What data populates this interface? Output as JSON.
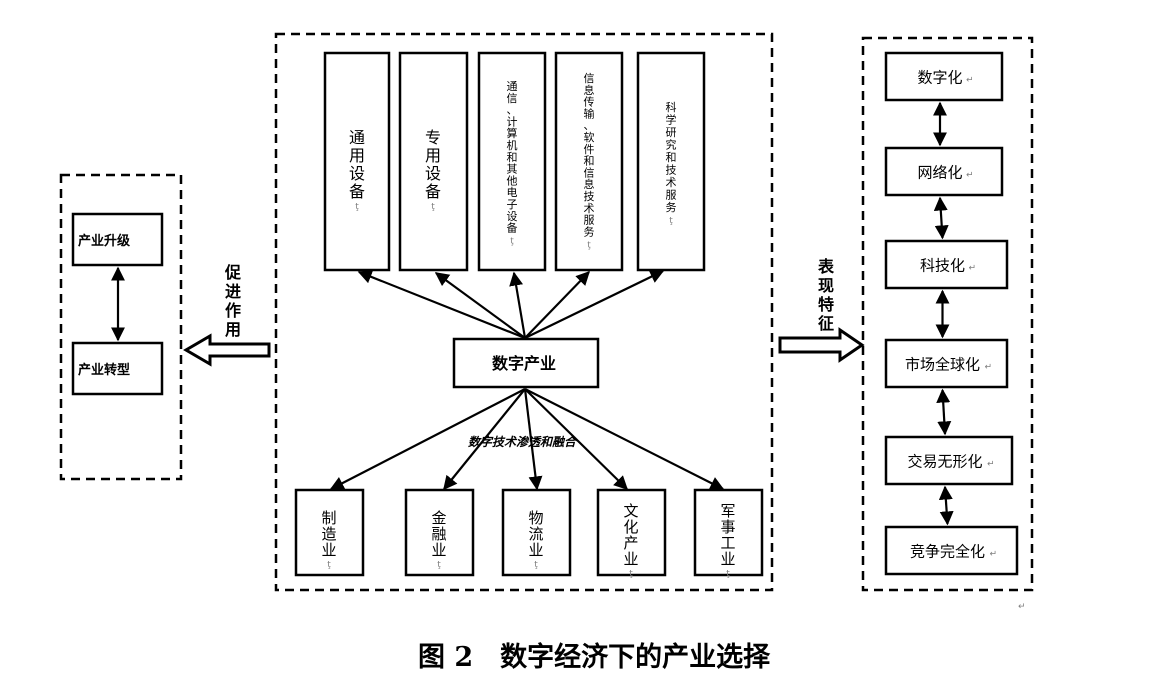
{
  "figure": {
    "caption": "图 2　数字经济下的产业选择"
  },
  "left_group": {
    "items": [
      "产业升级",
      "产业转型"
    ],
    "arrow_label": "促进作用",
    "arrow_label_chars": [
      "促",
      "进",
      "作",
      "用"
    ]
  },
  "center_group": {
    "hub": "数字产业",
    "top_sectors": [
      {
        "label": "通用设备",
        "chars": [
          "通",
          "用",
          "设",
          "备"
        ]
      },
      {
        "label": "专用设备",
        "chars": [
          "专",
          "用",
          "设",
          "备"
        ]
      },
      {
        "label": "通信、计算机和其他电子设备",
        "chars": [
          "通",
          "信",
          "、",
          "计",
          "算",
          "机",
          "和",
          "其",
          "他",
          "电",
          "子",
          "设",
          "备"
        ]
      },
      {
        "label": "信息传输、软件和信息技术服务",
        "chars": [
          "信",
          "息",
          "传",
          "输",
          "、",
          "软",
          "件",
          "和",
          "信",
          "息",
          "技",
          "术",
          "服",
          "务"
        ]
      },
      {
        "label": "科学研究和技术服务",
        "chars": [
          "科",
          "学",
          "研",
          "究",
          "和",
          "技",
          "术",
          "服",
          "务"
        ]
      }
    ],
    "penetration_label": "数字技术渗透和融合",
    "bottom_sectors": [
      {
        "label": "制造业",
        "chars": [
          "制",
          "造",
          "业"
        ]
      },
      {
        "label": "金融业",
        "chars": [
          "金",
          "融",
          "业"
        ]
      },
      {
        "label": "物流业",
        "chars": [
          "物",
          "流",
          "业"
        ]
      },
      {
        "label": "文化产业",
        "chars": [
          "文",
          "化",
          "产",
          "业"
        ]
      },
      {
        "label": "军事工业",
        "chars": [
          "军",
          "事",
          "工",
          "业"
        ]
      }
    ]
  },
  "right_group": {
    "arrow_label": "表现特征",
    "arrow_label_chars": [
      "表",
      "现",
      "特",
      "征"
    ],
    "items": [
      "数字化",
      "网络化",
      "科技化",
      "市场全球化",
      "交易无形化",
      "竞争完全化"
    ]
  },
  "marks": {
    "paragraph_mark": "↵",
    "vertical_mark": "ţ"
  }
}
